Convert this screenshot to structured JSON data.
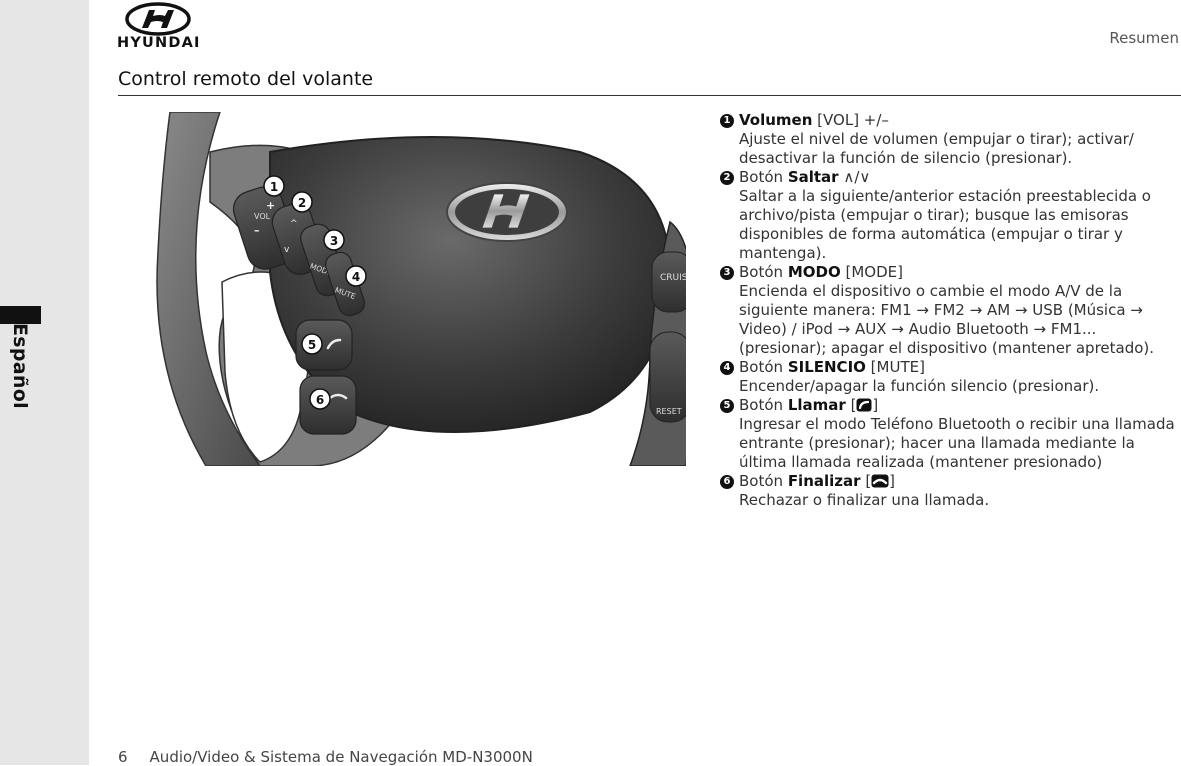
{
  "sidebar": {
    "language": "Español"
  },
  "header": {
    "brand": "HYUNDAI",
    "section": "Resumen"
  },
  "page": {
    "title": "Control remoto del volante"
  },
  "figure": {
    "button_labels": {
      "vol": "VOL",
      "plus": "+",
      "minus": "–",
      "up": "^",
      "down": "v",
      "mode": "MODE",
      "mute": "MUTE",
      "cruise": "CRUISE",
      "reset": "RESET"
    },
    "callouts": [
      "1",
      "2",
      "3",
      "4",
      "5",
      "6"
    ]
  },
  "items": [
    {
      "num": "1",
      "prefix": "",
      "title": "Volumen",
      "suffix": " [VOL] +/–",
      "desc": "Ajuste el nivel de volumen (empujar o tirar); activar/ desactivar la función de silencio (presionar)."
    },
    {
      "num": "2",
      "prefix": "Botón ",
      "title": "Saltar",
      "suffix": " ∧/∨",
      "desc": "Saltar a la siguiente/anterior estación preestablecida o archivo/pista (empujar o tirar); busque las emisoras disponibles de forma automática (empujar o tirar y mantenga)."
    },
    {
      "num": "3",
      "prefix": "Botón ",
      "title": "MODO",
      "suffix": " [MODE]",
      "desc": "Encienda el dispositivo o cambie el modo A/V de la siguiente manera: FM1 → FM2 → AM → USB (Música → Video) / iPod → AUX → Audio Bluetooth → FM1... (presionar); apagar el dispositivo (mantener apretado)."
    },
    {
      "num": "4",
      "prefix": "Botón ",
      "title": "SILENCIO",
      "suffix": " [MUTE]",
      "desc": "Encender/apagar la función silencio (presionar)."
    },
    {
      "num": "5",
      "prefix": "Botón ",
      "title": "Llamar",
      "suffix": " [",
      "suffix2": "]",
      "icon": "call-icon",
      "desc": "Ingresar el modo Teléfono Bluetooth o recibir una llamada entrante (presionar); hacer una llamada mediante la última llamada realizada (mantener presionado)"
    },
    {
      "num": "6",
      "prefix": "Botón ",
      "title": "Finalizar",
      "suffix": " [",
      "suffix2": "]",
      "icon": "end-call-icon",
      "desc": "Rechazar o finalizar una llamada."
    }
  ],
  "footer": {
    "page_number": "6",
    "doc_title": "Audio/Video & Sistema de Navegación MD-N3000N"
  }
}
